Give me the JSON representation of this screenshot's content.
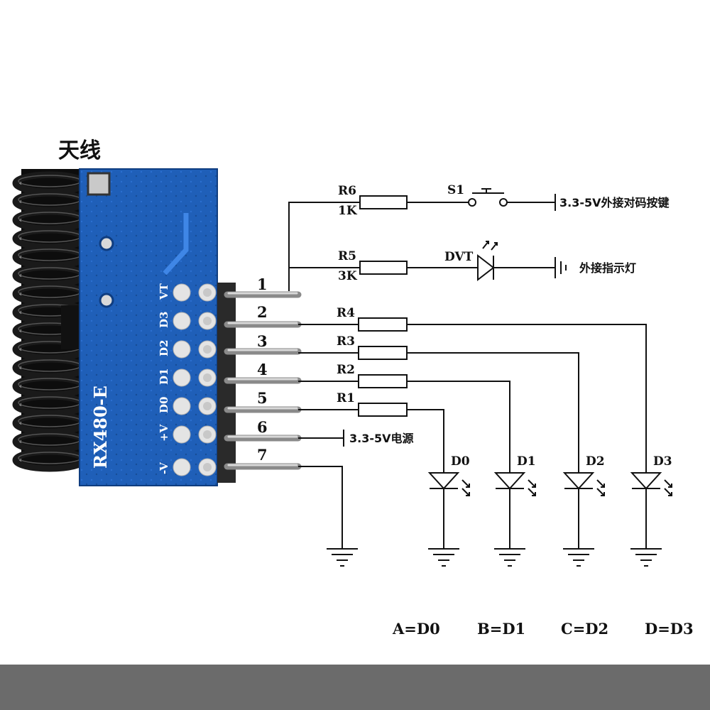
{
  "antenna_label": "天线",
  "module_label": "RX480-E",
  "module_pin_labels": [
    "VT",
    "D3",
    "D2",
    "D1",
    "D0",
    "+V",
    "-V"
  ],
  "pin_numbers": [
    "1",
    "2",
    "3",
    "4",
    "5",
    "6",
    "7"
  ],
  "r6": {
    "name": "R6",
    "value": "1K"
  },
  "r5": {
    "name": "R5",
    "value": "3K"
  },
  "r4": {
    "name": "R4"
  },
  "r3": {
    "name": "R3"
  },
  "r2": {
    "name": "R2"
  },
  "r1": {
    "name": "R1"
  },
  "switch_label": "S1",
  "switch_desc": "3.3-5V外接对码按键",
  "indicator_label": "DVT",
  "indicator_desc": "外接指示灯",
  "power_desc": "3.3-5V电源",
  "leds": [
    "D0",
    "D1",
    "D2",
    "D3"
  ],
  "mapping": [
    "A=D0",
    "B=D1",
    "C=D2",
    "D=D3"
  ],
  "colors": {
    "board": "#1f5fb8",
    "header": "#2a2a2a",
    "cable": "#111111",
    "bar": "#6b6b6b"
  }
}
